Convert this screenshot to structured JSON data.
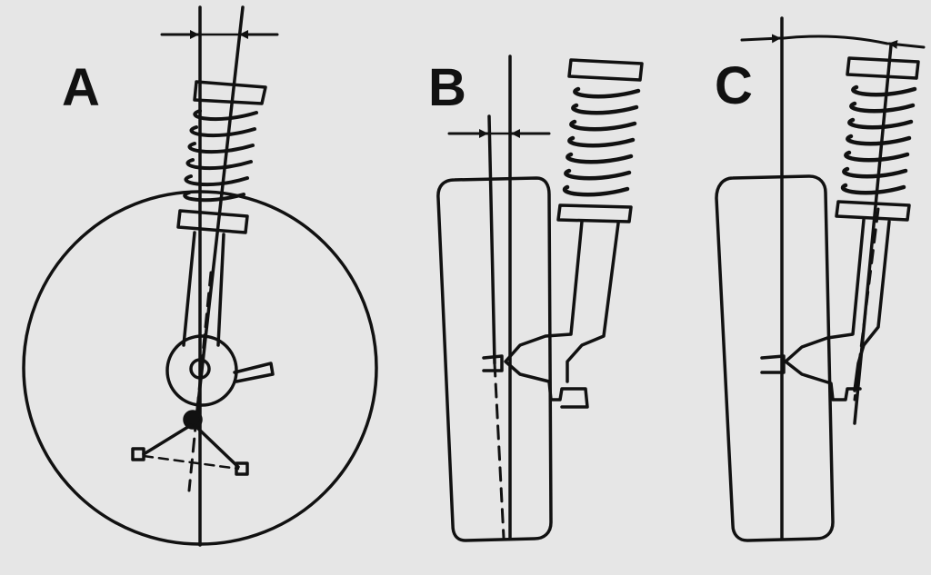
{
  "labels": {
    "a": "A",
    "b": "B",
    "c": "C"
  },
  "colors": {
    "background": "#e6e6e6",
    "ink": "#111111"
  }
}
